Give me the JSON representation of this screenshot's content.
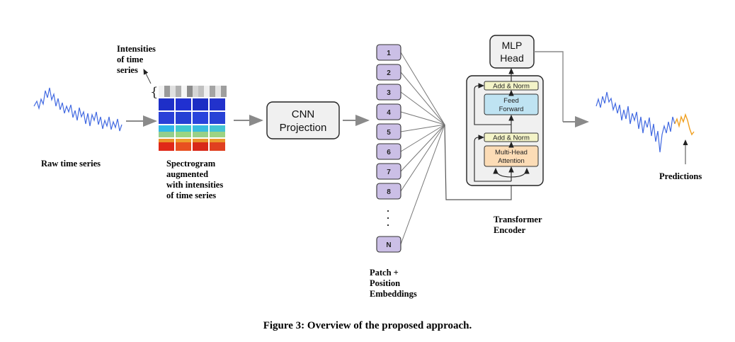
{
  "figure": {
    "caption": "Figure 3: Overview of the proposed approach."
  },
  "labels": {
    "intensities": [
      "Intensities",
      "of time",
      "series"
    ],
    "raw_time_series": "Raw time series",
    "spectrogram": [
      "Spectrogram",
      "augmented",
      "with intensities",
      "of time series"
    ],
    "patch_embeddings": [
      "Patch +",
      "Position",
      "Embeddings"
    ],
    "transformer_encoder": [
      "Transformer",
      "Encoder"
    ],
    "predictions": "Predictions"
  },
  "blocks": {
    "cnn_projection": [
      "CNN",
      "Projection"
    ],
    "mlp_head": [
      "MLP",
      "Head"
    ],
    "add_norm_top": "Add & Norm",
    "feed_forward": [
      "Feed",
      "Forward"
    ],
    "add_norm_bottom": "Add & Norm",
    "multi_head_attention": [
      "Multi-Head",
      "Attention"
    ]
  },
  "patches": [
    "1",
    "2",
    "3",
    "4",
    "5",
    "6",
    "7",
    "8",
    "N"
  ],
  "colors": {
    "series_blue": "#4169e1",
    "prediction_orange": "#f0a020",
    "patch_fill": "#cbbfe6",
    "feed_forward_fill": "#bfe3f2",
    "add_norm_fill": "#f4f4c8",
    "attention_fill": "#fcdcb6",
    "arrow_gray": "#8a8a8a"
  }
}
